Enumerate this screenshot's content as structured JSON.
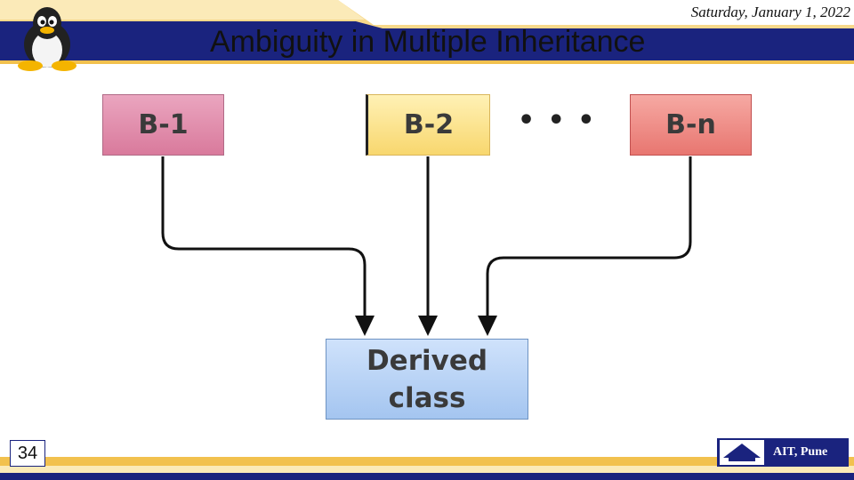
{
  "slide": {
    "date": "Saturday, January 1, 2022",
    "title": "Ambiguity in Multiple Inheritance",
    "page_number": "34",
    "footer_logo_text": "AIT, Pune"
  },
  "diagram": {
    "bases": [
      {
        "label": "B-1",
        "color": "#e08aaa"
      },
      {
        "label": "B-2",
        "color": "#fbe08a"
      },
      {
        "label": "B-n",
        "color": "#ee8a84"
      }
    ],
    "ellipsis": "• • •",
    "derived": {
      "line1": "Derived",
      "line2": "class",
      "color": "#b7d3f5"
    },
    "edges": [
      {
        "from": "B-1",
        "to": "Derived class"
      },
      {
        "from": "B-2",
        "to": "Derived class"
      },
      {
        "from": "B-n",
        "to": "Derived class"
      }
    ]
  },
  "colors": {
    "band_navy": "#1a237e",
    "band_gold": "#f2c14e",
    "arrow": "#111111"
  }
}
